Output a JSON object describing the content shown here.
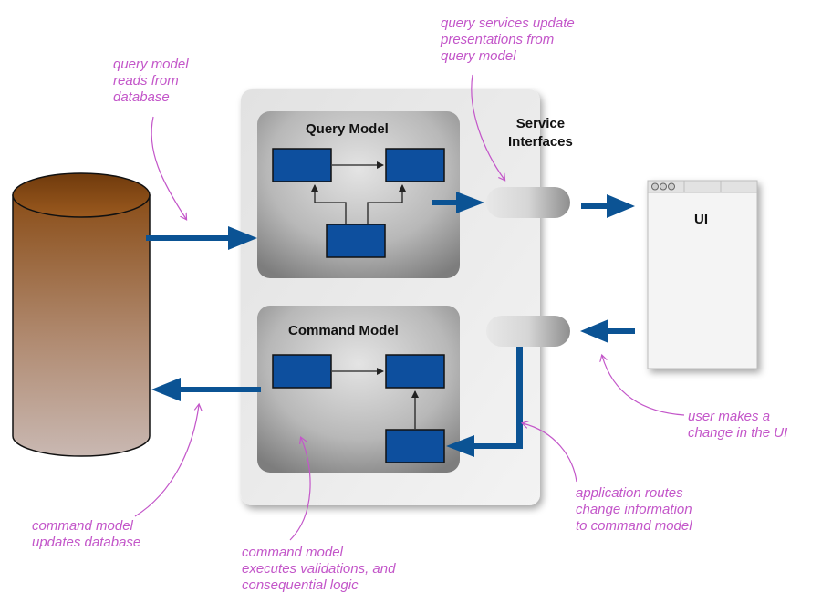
{
  "panels": {
    "query_model": "Query Model",
    "command_model": "Command Model",
    "service_interfaces": [
      "Service",
      "Interfaces"
    ],
    "ui_window": "UI"
  },
  "annotations": {
    "query_reads": [
      "query model",
      "reads from",
      "database"
    ],
    "query_services": [
      "query services update",
      "presentations from",
      "query model"
    ],
    "user_change": [
      "user makes a",
      "change in the UI"
    ],
    "app_routes": [
      "application routes",
      "change information",
      "to command model"
    ],
    "command_updates": [
      "command model",
      "updates database"
    ],
    "command_executes": [
      "command model",
      "executes validations, and",
      "consequential logic"
    ]
  },
  "colors": {
    "arrow_blue": "#0b5394",
    "box_blue": "#0d4f9e",
    "annotation_pink": "#c356c9"
  }
}
